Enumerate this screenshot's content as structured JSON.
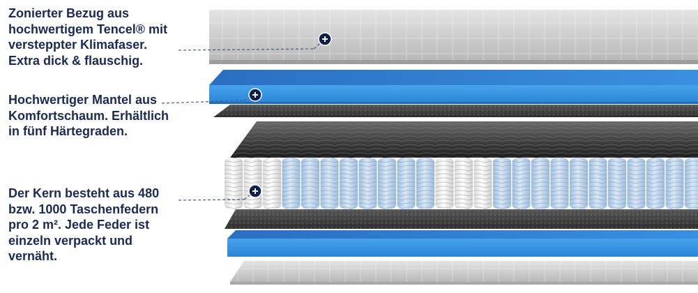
{
  "callouts": [
    {
      "lines": [
        "Zonierter Bezug aus",
        "hochwertigem Tencel® mit",
        "versteppter Klimafaser.",
        "Extra dick & flauschig."
      ]
    },
    {
      "lines": [
        "Hochwertiger Mantel aus",
        "Komfortschaum. Erhältlich",
        "in fünf Härtegraden."
      ]
    },
    {
      "lines": [
        "Der Kern besteht aus 480",
        "bzw. 1000 Taschenfedern",
        "pro 2 m². Jede Feder ist",
        "einzeln verpackt und",
        "vernäht."
      ]
    }
  ],
  "colors": {
    "text": "#1a2a55",
    "foam": "#2f8fde",
    "cover": "#c9c9c9",
    "felt": "#3b3b3b",
    "marker": "#0f1f4d",
    "spring_white": "#f2f2f2",
    "spring_blue": "#bcd6ee"
  },
  "icons": {
    "marker": "plus-circle-icon"
  }
}
